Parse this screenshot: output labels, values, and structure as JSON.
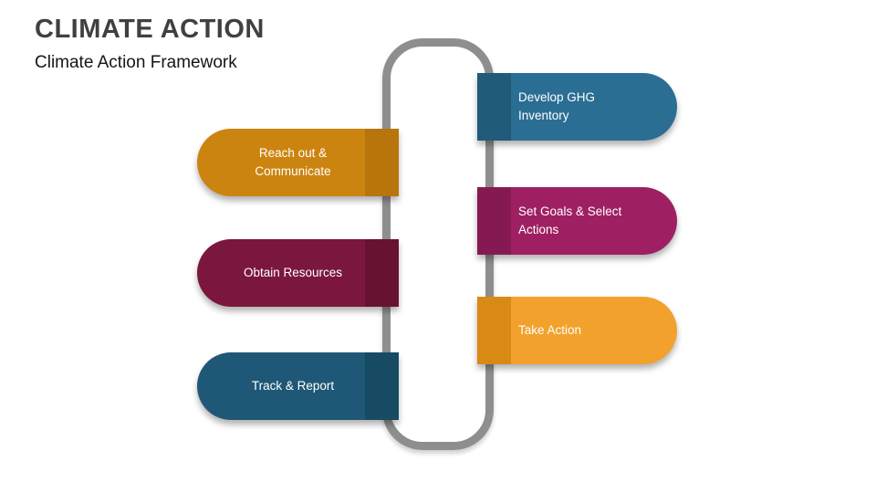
{
  "slide": {
    "title": "CLIMATE ACTION",
    "subtitle": "Climate Action Framework"
  },
  "diagram": {
    "loop_color": "#8e8e8e",
    "left_items": [
      {
        "label": "Reach out & Communicate",
        "color": "#CC8410",
        "tab_color": "#B8750B"
      },
      {
        "label": "Obtain Resources",
        "color": "#7B173F",
        "tab_color": "#681233"
      },
      {
        "label": "Track & Report",
        "color": "#1F5876",
        "tab_color": "#174A63"
      }
    ],
    "right_items": [
      {
        "label": "Develop GHG Inventory",
        "color": "#2B6E93",
        "tab_color": "#225A7A"
      },
      {
        "label": "Set Goals & Select Actions",
        "color": "#9E2063",
        "tab_color": "#851A52"
      },
      {
        "label": "Take Action",
        "color": "#F2A22C",
        "tab_color": "#D88A15"
      }
    ]
  }
}
